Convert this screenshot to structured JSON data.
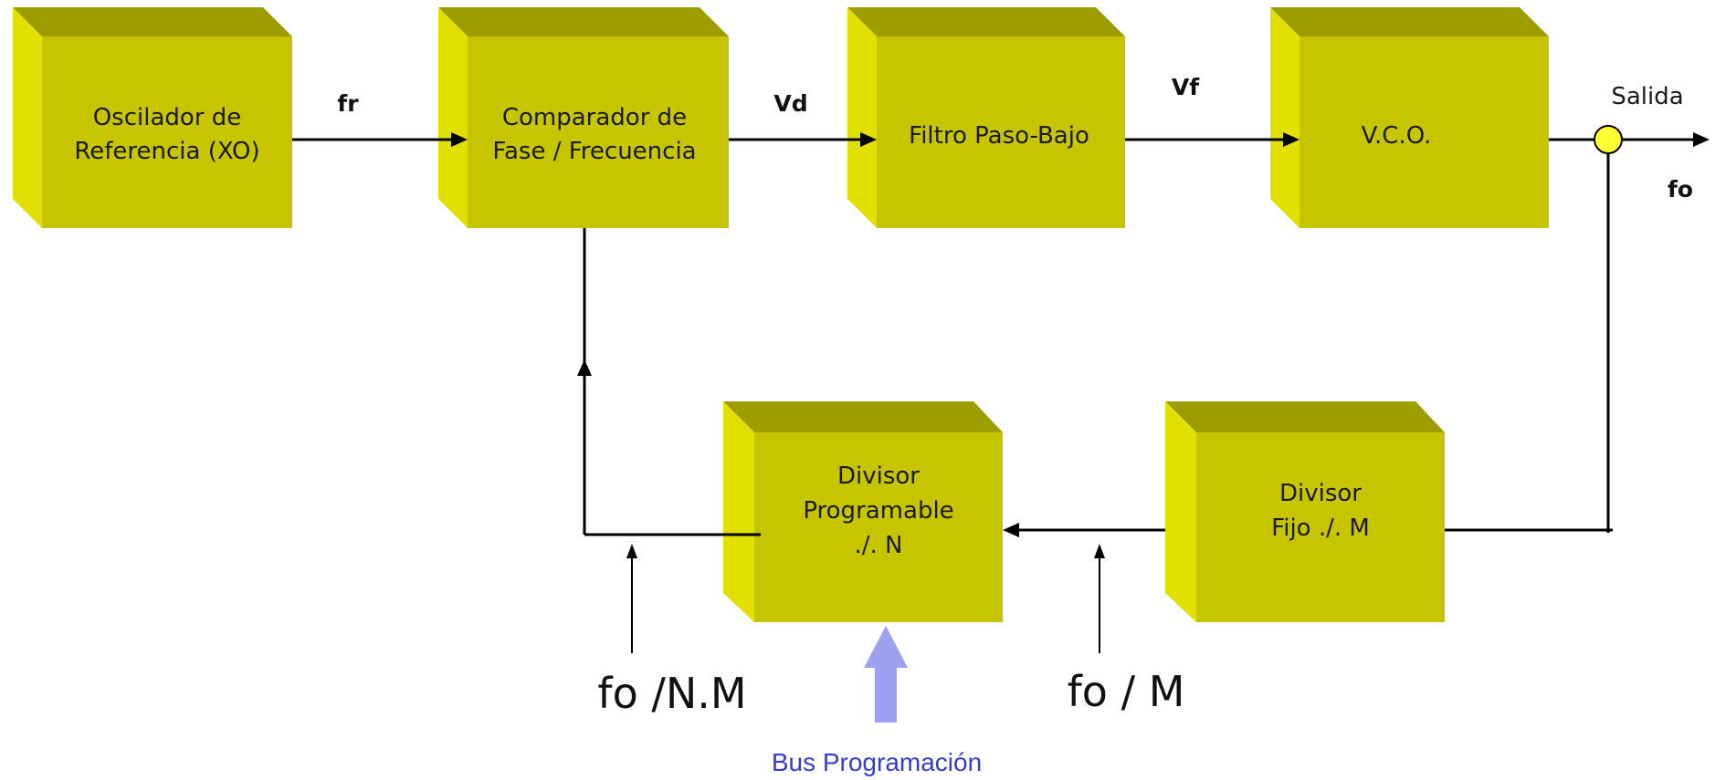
{
  "blocks": {
    "oscillator": [
      "Oscilador de",
      "Referencia (XO)"
    ],
    "comparator": [
      "Comparador de",
      "Fase / Frecuencia"
    ],
    "filter": [
      "Filtro Paso-Bajo"
    ],
    "vco": [
      "V.C.O."
    ],
    "prog_divider": [
      "Divisor",
      "Programable",
      "./. N"
    ],
    "fixed_divider": [
      "Divisor",
      "Fijo ./. M"
    ]
  },
  "signals": {
    "fr": "fr",
    "vd": "Vd",
    "vf": "Vf",
    "salida": "Salida",
    "fo": "fo",
    "fo_nm": "fo /N.M",
    "fo_m": "fo / M",
    "bus": "Bus Programación"
  },
  "colors": {
    "block_front": "#c6c500",
    "block_top": "#9d9c00",
    "block_side": "#e2e000",
    "node": "#ffff33",
    "bus_arrow": "#9ea0f0",
    "bus_text": "#3a3ad0"
  }
}
